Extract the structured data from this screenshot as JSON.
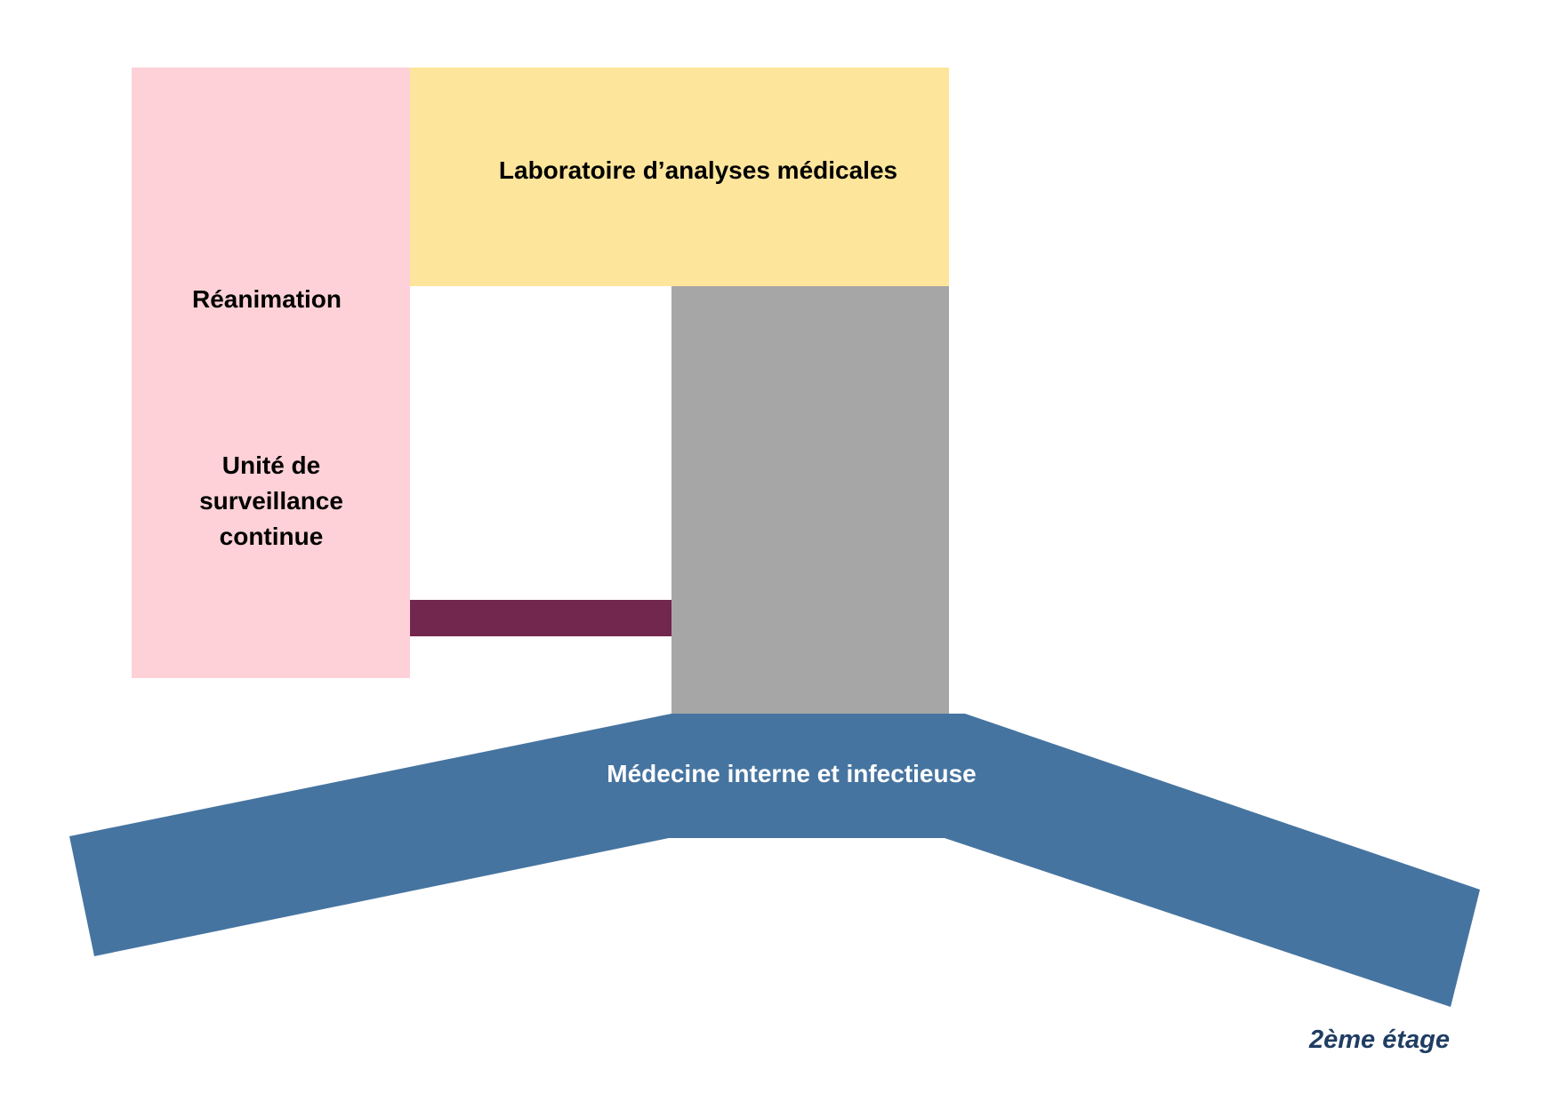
{
  "zones": {
    "laboratoire": {
      "label": "Laboratoire d’analyses médicales",
      "color": "#fde69b"
    },
    "reanimation": {
      "label": "Réanimation",
      "color": "#fdd1d7"
    },
    "unite_surveillance": {
      "label": "Unité de\nsurveillance\ncontinue",
      "color": "#fdd1d7"
    },
    "circulation_centrale": {
      "color": "#a6a6a6"
    },
    "passerelle": {
      "color": "#72274e"
    },
    "medecine_interne": {
      "label": "Médecine interne et infectieuse",
      "color": "#4674a0"
    }
  },
  "floor_label": "2ème étage",
  "colors": {
    "background": "#ffffff",
    "floor_label": "#1f3d64"
  }
}
